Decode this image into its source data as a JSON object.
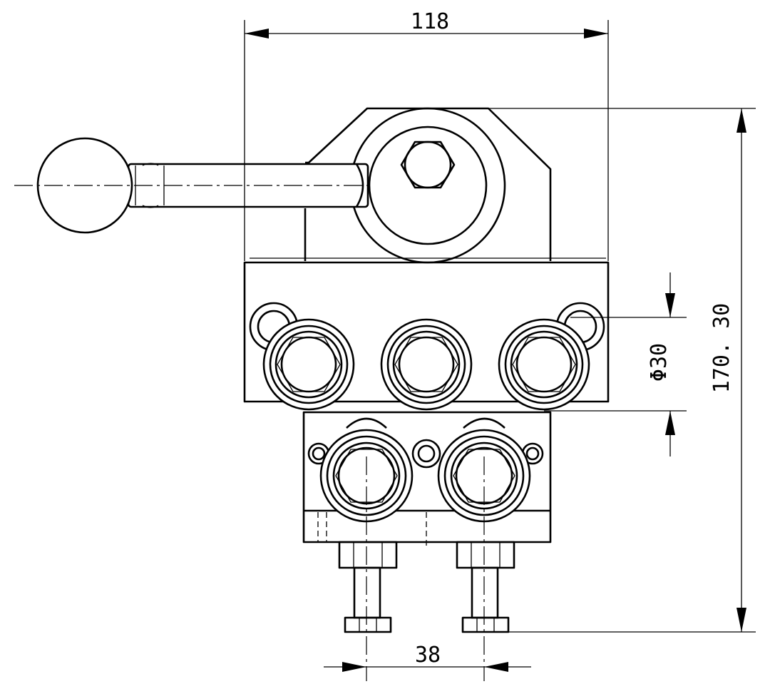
{
  "dimensions": {
    "width_top": "118",
    "height_total": "170. 30",
    "port_diameter": "Φ30",
    "port_spacing": "38"
  }
}
